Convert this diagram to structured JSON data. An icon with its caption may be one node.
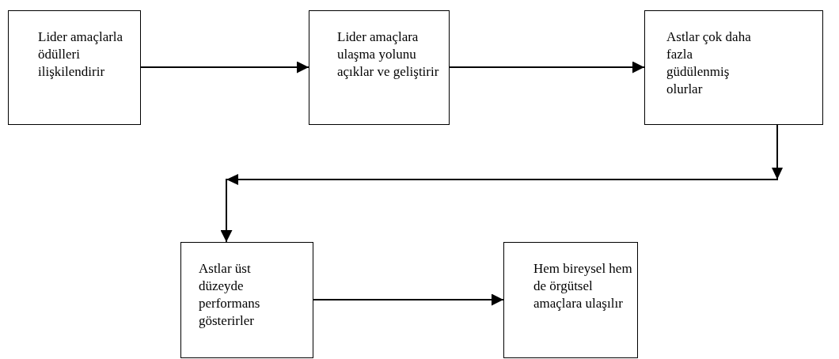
{
  "diagram": {
    "nodes": [
      {
        "text": [
          "Lider amaçlarla ödülleri ilişkilendirir"
        ]
      },
      {
        "text": [
          "Lider amaçlara ulaşma yolunu açıklar ve geliştirir"
        ]
      },
      {
        "text": [
          "Astlar çok daha fazla güdülenmiş olurlar"
        ]
      },
      {
        "text": [
          "Astlar üst düzeyde performans gösterirler"
        ]
      },
      {
        "text": [
          "Hem bireysel hem de örgütsel amaçlara ulaşılır"
        ]
      }
    ],
    "edges": [
      {
        "from": 0,
        "to": 1,
        "arrow": "to"
      },
      {
        "from": 1,
        "to": 2,
        "arrow": "to"
      },
      {
        "from": 2,
        "to": 3,
        "arrow": "to"
      },
      {
        "from": 3,
        "to": 4,
        "arrow": "to"
      }
    ]
  }
}
